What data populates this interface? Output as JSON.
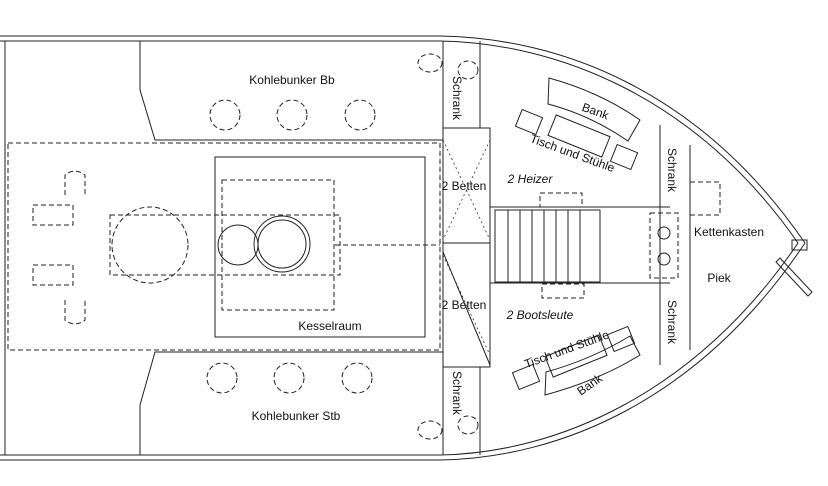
{
  "title": "Deck plan",
  "labels": {
    "coal_port": "Kohlebunker Bb",
    "coal_starboard": "Kohlebunker Stb",
    "boiler_room": "Kesselraum",
    "locker_top": "Schrank",
    "locker_bottom": "Schrank",
    "beds_top": "2 Betten",
    "beds_bottom": "2 Betten",
    "stokers": "2 Heizer",
    "boatmen": "2 Bootsleute",
    "bench_top": "Bank",
    "table_top": "Tisch und Stühle",
    "table_bottom": "Tisch und Stühle",
    "bench_bottom": "Bank",
    "locker_fore_top": "Schrank",
    "locker_fore_bottom": "Schrank",
    "chain_locker": "Kettenkasten",
    "peak": "Piek"
  }
}
